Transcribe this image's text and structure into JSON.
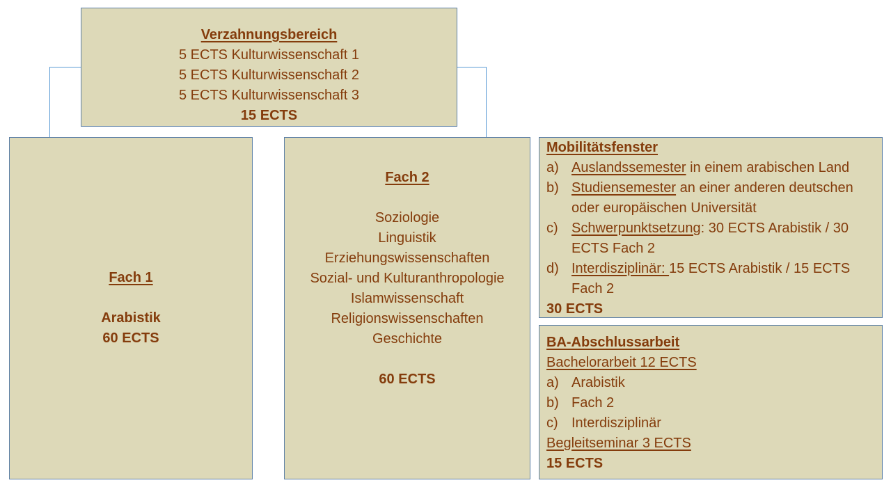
{
  "verzahnung": {
    "title": "Verzahnungsbereich",
    "lines": [
      "5 ECTS Kulturwissenschaft 1",
      "5 ECTS Kulturwissenschaft 2",
      "5 ECTS Kulturwissenschaft 3"
    ],
    "total": "15 ECTS"
  },
  "fach1": {
    "title": "Fach 1",
    "subject": "Arabistik",
    "total": "60 ECTS"
  },
  "fach2": {
    "title": "Fach 2",
    "subjects": [
      "Soziologie",
      "Linguistik",
      "Erziehungswissenschaften",
      "Sozial- und Kulturanthropologie",
      "Islamwissenschaft",
      "Religionswissenschaften",
      "Geschichte"
    ],
    "total": "60 ECTS"
  },
  "mobilitaet": {
    "title": "Mobilitätsfenster",
    "items": [
      {
        "label": "a)",
        "key": "Auslandssemester",
        "rest": " in einem arabischen Land"
      },
      {
        "label": "b)",
        "key": "Studiensemester",
        "rest": " an einer anderen deutschen oder europäischen Universität"
      },
      {
        "label": "c)",
        "key": "Schwerpunktsetzung",
        "rest": ": 30 ECTS Arabistik / 30 ECTS Fach 2"
      },
      {
        "label": "d)",
        "key": "Interdisziplinär: ",
        "rest": "15 ECTS Arabistik / 15 ECTS Fach 2"
      }
    ],
    "total": "30 ECTS"
  },
  "abschluss": {
    "title": "BA-Abschlussarbeit",
    "thesis": "Bachelorarbeit 12 ECTS",
    "items": [
      {
        "label": "a)",
        "text": "Arabistik"
      },
      {
        "label": "b)",
        "text": "Fach 2"
      },
      {
        "label": "c)",
        "text": "Interdisziplinär"
      }
    ],
    "seminar": "Begleitseminar 3 ECTS",
    "total": "15 ECTS"
  }
}
